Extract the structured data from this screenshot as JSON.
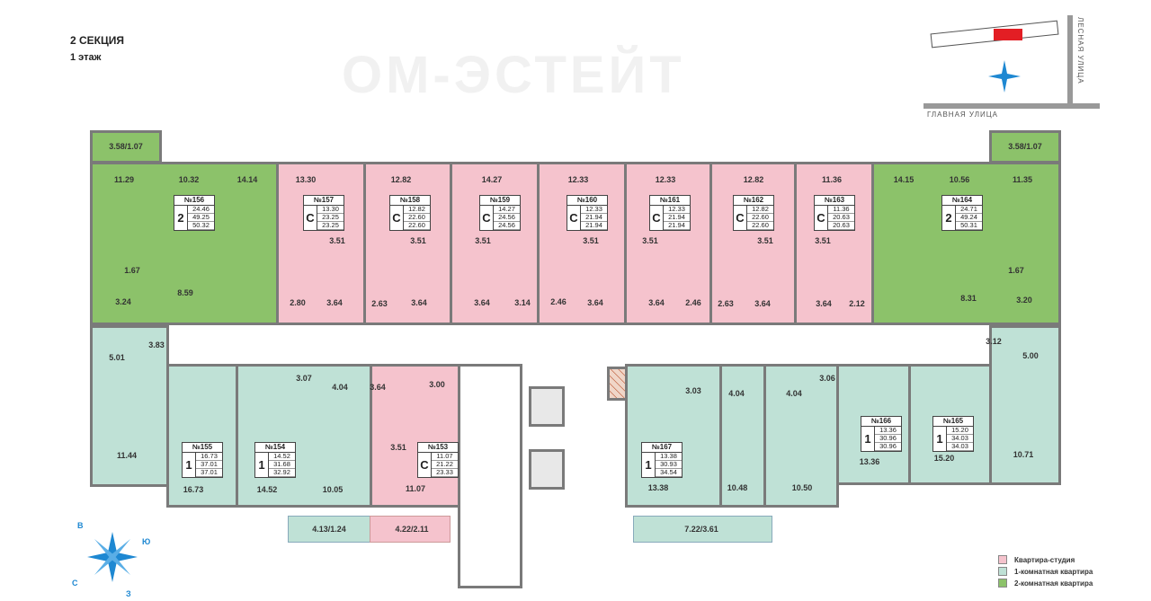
{
  "header": {
    "section": "2 СЕКЦИЯ",
    "floor": "1 этаж"
  },
  "watermark": "ОМ-ЭСТЕЙТ",
  "locator": {
    "street_main": "ГЛАВНАЯ УЛИЦА",
    "street_side": "ЛЕСНАЯ УЛИЦА"
  },
  "colors": {
    "studio": "#f5c3cd",
    "one_room": "#bfe1d6",
    "two_room": "#8cc26a",
    "selected_section": "#e31e24"
  },
  "apartments": [
    {
      "number": "№156",
      "type": "2",
      "areas": [
        "24.46",
        "49.25",
        "50.32"
      ]
    },
    {
      "number": "№157",
      "type": "С",
      "areas": [
        "13.30",
        "23.25",
        "23.25"
      ]
    },
    {
      "number": "№158",
      "type": "С",
      "areas": [
        "12.82",
        "22.60",
        "22.60"
      ]
    },
    {
      "number": "№159",
      "type": "С",
      "areas": [
        "14.27",
        "24.56",
        "24.56"
      ]
    },
    {
      "number": "№160",
      "type": "С",
      "areas": [
        "12.33",
        "21.94",
        "21.94"
      ]
    },
    {
      "number": "№161",
      "type": "С",
      "areas": [
        "12.33",
        "21.94",
        "21.94"
      ]
    },
    {
      "number": "№162",
      "type": "С",
      "areas": [
        "12.82",
        "22.60",
        "22.60"
      ]
    },
    {
      "number": "№163",
      "type": "С",
      "areas": [
        "11.36",
        "20.63",
        "20.63"
      ]
    },
    {
      "number": "№164",
      "type": "2",
      "areas": [
        "24.71",
        "49.24",
        "50.31"
      ]
    },
    {
      "number": "№155",
      "type": "1",
      "areas": [
        "16.73",
        "37.01",
        "37.01"
      ]
    },
    {
      "number": "№154",
      "type": "1",
      "areas": [
        "14.52",
        "31.68",
        "32.92"
      ]
    },
    {
      "number": "№153",
      "type": "С",
      "areas": [
        "11.07",
        "21.22",
        "23.33"
      ]
    },
    {
      "number": "№167",
      "type": "1",
      "areas": [
        "13.38",
        "30.93",
        "34.54"
      ]
    },
    {
      "number": "№166",
      "type": "1",
      "areas": [
        "13.36",
        "30.96",
        "30.96"
      ]
    },
    {
      "number": "№165",
      "type": "1",
      "areas": [
        "15.20",
        "34.03",
        "34.03"
      ]
    }
  ],
  "rooms": [
    "11.29",
    "10.32",
    "14.14",
    "13.30",
    "12.82",
    "14.27",
    "12.33",
    "12.33",
    "12.82",
    "11.36",
    "14.15",
    "10.56",
    "11.35",
    "3.51",
    "3.51",
    "3.51",
    "3.51",
    "3.51",
    "3.51",
    "3.51",
    "1.67",
    "3.24",
    "8.59",
    "2.80",
    "3.64",
    "2.63",
    "3.64",
    "3.64",
    "3.14",
    "2.46",
    "3.64",
    "3.64",
    "2.46",
    "2.63",
    "3.64",
    "3.64",
    "2.12",
    "8.31",
    "1.67",
    "3.20",
    "3.58/1.07",
    "3.58/1.07",
    "5.01",
    "3.83",
    "11.44",
    "3.07",
    "4.04",
    "3.64",
    "3.00",
    "3.51",
    "16.73",
    "14.52",
    "10.05",
    "11.07",
    "3.03",
    "4.04",
    "4.04",
    "3.06",
    "13.38",
    "10.48",
    "10.50",
    "13.36",
    "15.20",
    "10.71",
    "3.12",
    "5.00",
    "4.13/1.24",
    "4.22/2.11",
    "7.22/3.61"
  ],
  "compass_labels": {
    "north_east": "В",
    "east": "Ю",
    "west": "С",
    "south": "З"
  },
  "legend": [
    {
      "label": "Квартира-студия",
      "color": "#f5c3cd"
    },
    {
      "label": "1-комнатная квартира",
      "color": "#bfe1d6"
    },
    {
      "label": "2-комнатная квартира",
      "color": "#8cc26a"
    }
  ]
}
